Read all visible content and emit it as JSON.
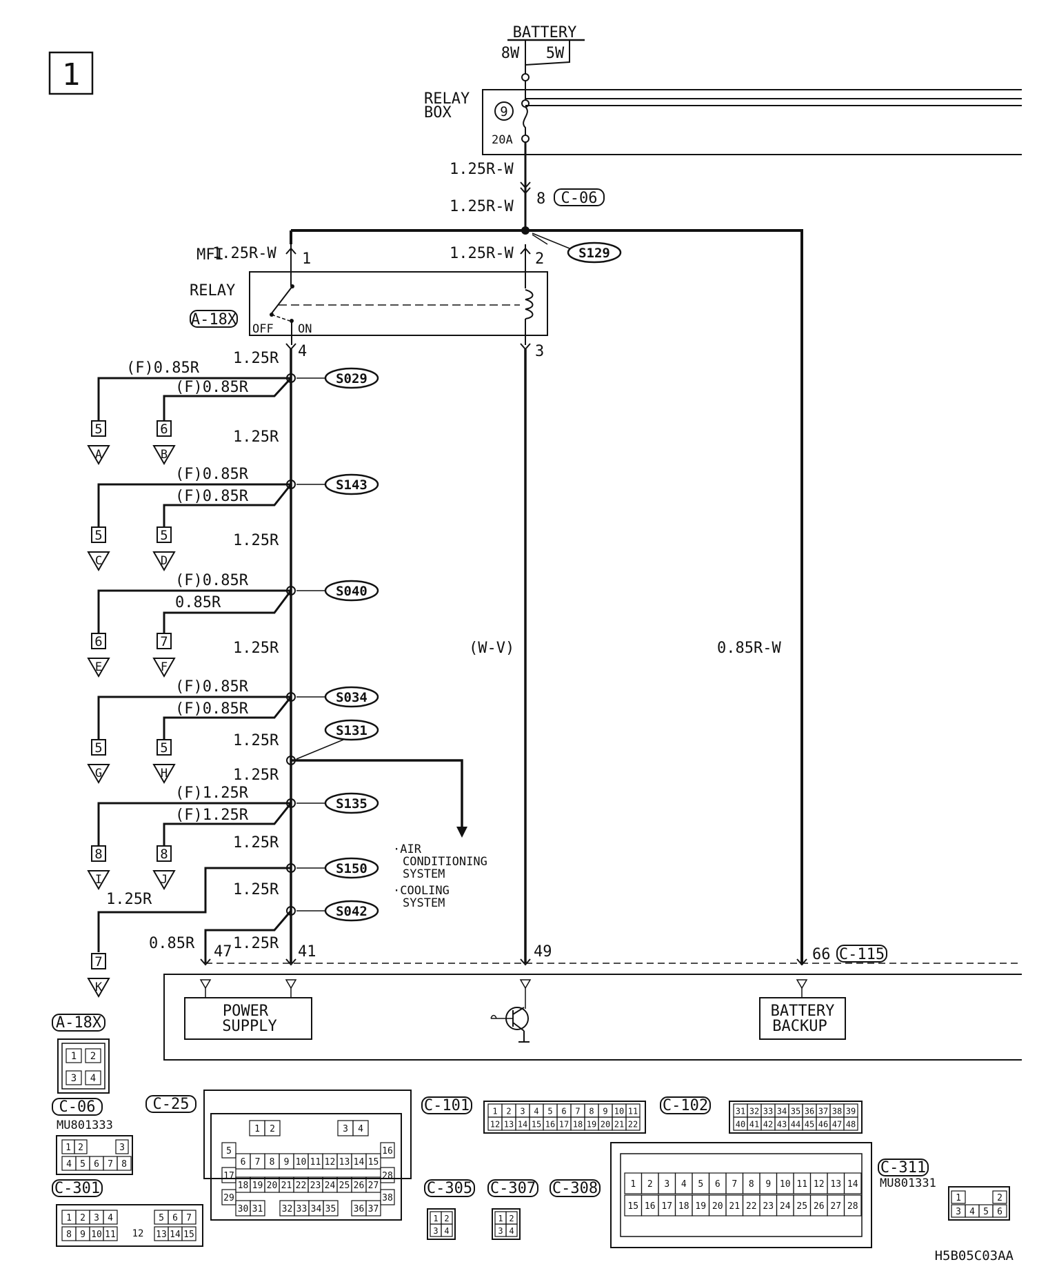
{
  "page_number": "1",
  "battery": {
    "label": "BATTERY",
    "fuse_a": "8W",
    "fuse_b": "5W"
  },
  "relay_box": {
    "label_line1": "RELAY",
    "label_line2": "BOX",
    "fuse_no": "9",
    "fuse_amp": "20A"
  },
  "feed": {
    "wire1": "1.25R-W",
    "wire2": "1.25R-W",
    "pin": "8",
    "connector": "C-06"
  },
  "mfi_relay": {
    "label_line1": "MFI",
    "label_line2": "RELAY",
    "connector": "A-18X",
    "off": "OFF",
    "on": "ON",
    "pin1": "1",
    "pin2": "2",
    "pin3": "3",
    "pin4": "4",
    "wire_pin1": "1.25R-W",
    "wire_pin2": "1.25R-W",
    "wire_out": "1.25R"
  },
  "splices": [
    {
      "id": "S129"
    },
    {
      "id": "S029"
    },
    {
      "id": "S143"
    },
    {
      "id": "S040"
    },
    {
      "id": "S034"
    },
    {
      "id": "S131"
    },
    {
      "id": "S135"
    },
    {
      "id": "S150"
    },
    {
      "id": "S042"
    }
  ],
  "branches": [
    {
      "upper_wire": "(F)0.85R",
      "lower_wire": "(F)0.85R",
      "pin_a": "5",
      "ref_a": "A",
      "pin_b": "6",
      "ref_b": "B"
    },
    {
      "upper_wire": "(F)0.85R",
      "lower_wire": "(F)0.85R",
      "pin_a": "5",
      "ref_a": "C",
      "pin_b": "5",
      "ref_b": "D"
    },
    {
      "upper_wire": "(F)0.85R",
      "lower_wire": "0.85R",
      "pin_a": "6",
      "ref_a": "E",
      "pin_b": "7",
      "ref_b": "F"
    },
    {
      "upper_wire": "(F)0.85R",
      "lower_wire": "(F)0.85R",
      "pin_a": "5",
      "ref_a": "G",
      "pin_b": "5",
      "ref_b": "H"
    },
    {
      "upper_wire": "(F)1.25R",
      "lower_wire": "(F)1.25R",
      "pin_a": "8",
      "ref_a": "I",
      "pin_b": "8",
      "ref_b": "J"
    }
  ],
  "trunk_labels": [
    "1.25R",
    "1.25R",
    "1.25R",
    "1.25R",
    "1.25R",
    "1.25R",
    "1.25R",
    "1.25R"
  ],
  "branch_k": {
    "wire": "1.25R",
    "pin": "7",
    "ref": "K"
  },
  "air_cond_note": {
    "line1": "·AIR",
    "line2": "CONDITIONING",
    "line3": "SYSTEM",
    "line4": "·COOLING",
    "line5": "SYSTEM"
  },
  "s042_branch_wire": "0.85R",
  "wire_wv": "(W-V)",
  "wire_backup": "0.85R-W",
  "ecu": {
    "pin47": "47",
    "pin41": "41",
    "pin49": "49",
    "pin66": "66",
    "connector": "C-115",
    "power_supply_line1": "POWER",
    "power_supply_line2": "SUPPLY",
    "battery_backup_line1": "BATTERY",
    "battery_backup_line2": "BACKUP"
  },
  "connectors": {
    "a18x": {
      "name": "A-18X",
      "pins": [
        "1",
        "2",
        "3",
        "4"
      ]
    },
    "c06": {
      "name": "C-06",
      "part": "MU801333",
      "pins_top": [
        "1",
        "2",
        "3"
      ],
      "pins_bottom": [
        "4",
        "5",
        "6",
        "7",
        "8"
      ]
    },
    "c25": {
      "name": "C-25",
      "row1": [
        "1",
        "2",
        "3",
        "4"
      ],
      "row2": [
        "5",
        "16"
      ],
      "row3": [
        "6",
        "7",
        "8",
        "9",
        "10",
        "11",
        "12",
        "13",
        "14",
        "15"
      ],
      "row4": [
        "17",
        "28"
      ],
      "row5": [
        "18",
        "19",
        "20",
        "21",
        "22",
        "23",
        "24",
        "25",
        "26",
        "27"
      ],
      "row6": [
        "29",
        "38"
      ],
      "row7": [
        "30",
        "31",
        "32",
        "33",
        "34",
        "35",
        "36",
        "37"
      ]
    },
    "c101": {
      "name": "C-101",
      "row1": [
        "1",
        "2",
        "3",
        "4",
        "5",
        "6",
        "7",
        "8",
        "9",
        "10",
        "11"
      ],
      "row2": [
        "12",
        "13",
        "14",
        "15",
        "16",
        "17",
        "18",
        "19",
        "20",
        "21",
        "22"
      ]
    },
    "c102": {
      "name": "C-102",
      "row1": [
        "31",
        "32",
        "33",
        "34",
        "35",
        "36",
        "37",
        "38",
        "39"
      ],
      "row2": [
        "40",
        "41",
        "42",
        "43",
        "44",
        "45",
        "46",
        "47",
        "48"
      ]
    },
    "c301": {
      "name": "C-301",
      "row1": [
        "1",
        "2",
        "3",
        "4",
        "5",
        "6",
        "7"
      ],
      "row2": [
        "8",
        "9",
        "10",
        "11",
        "13",
        "14",
        "15"
      ],
      "center": "12"
    },
    "c305": {
      "name": "C-305",
      "pins": [
        "1",
        "2",
        "3",
        "4"
      ]
    },
    "c307": {
      "name": "C-307",
      "pins": [
        "1",
        "2",
        "3",
        "4"
      ]
    },
    "c308": {
      "name": "C-308",
      "row1": [
        "1",
        "2",
        "3",
        "4",
        "5",
        "6",
        "7",
        "8",
        "9",
        "10",
        "11",
        "12",
        "13",
        "14"
      ],
      "row2": [
        "15",
        "16",
        "17",
        "18",
        "19",
        "20",
        "21",
        "22",
        "23",
        "24",
        "25",
        "26",
        "27",
        "28"
      ]
    },
    "c311": {
      "name": "C-311",
      "part": "MU801331",
      "pins_top": [
        "1",
        "2"
      ],
      "pins_bottom": [
        "3",
        "4",
        "5",
        "6"
      ]
    }
  },
  "figure_code": "H5B05C03AA"
}
